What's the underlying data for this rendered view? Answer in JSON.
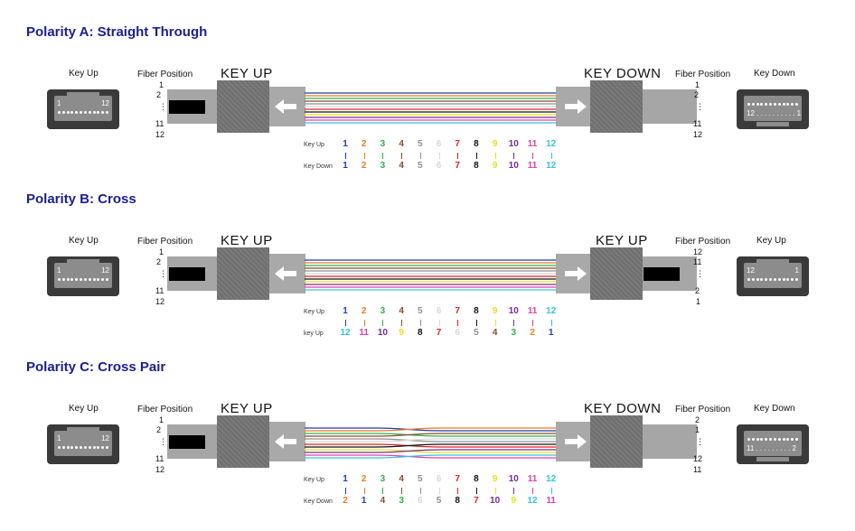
{
  "colors": {
    "title": "#1a1f8f",
    "fiber": [
      "#1f3fa8",
      "#f07a1e",
      "#2db14a",
      "#8b4a2b",
      "#8f8f8f",
      "#d8d8d8",
      "#e02020",
      "#111111",
      "#e6e01a",
      "#7a2a8f",
      "#e040b0",
      "#35c2e0"
    ]
  },
  "sections": [
    {
      "id": "a",
      "title": "Polarity A: Straight Through",
      "left": {
        "icon_label": "Key Up",
        "icon_num_left": "1",
        "icon_num_right": "12",
        "fiber_position_label": "Fiber Position",
        "positions": [
          "1",
          "2",
          "⋮",
          "11",
          "12"
        ],
        "key_label": "KEY UP",
        "arrow_icon": "arrow-left-icon"
      },
      "right": {
        "key_label": "KEY DOWN",
        "fiber_position_label": "Fiber Position",
        "positions": [
          "1",
          "2",
          "⋮",
          "11",
          "12"
        ],
        "icon_label": "Key Down",
        "icon_num_left": "12",
        "icon_num_right": "1",
        "icon_dots_text": "12 . . . . . . . . . . 1",
        "arrow_icon": "arrow-right-icon"
      },
      "mapping": {
        "top_label": "Key Up",
        "bottom_label": "Key Down",
        "top": [
          "1",
          "2",
          "3",
          "4",
          "5",
          "6",
          "7",
          "8",
          "9",
          "10",
          "11",
          "12"
        ],
        "bottom": [
          "1",
          "2",
          "3",
          "4",
          "5",
          "6",
          "7",
          "8",
          "9",
          "10",
          "11",
          "12"
        ]
      }
    },
    {
      "id": "b",
      "title": "Polarity B: Cross",
      "left": {
        "icon_label": "Key Up",
        "icon_num_left": "1",
        "icon_num_right": "12",
        "fiber_position_label": "Fiber Position",
        "positions": [
          "1",
          "2",
          "⋮",
          "11",
          "12"
        ],
        "key_label": "KEY UP",
        "arrow_icon": "arrow-left-icon"
      },
      "right": {
        "key_label": "KEY UP",
        "fiber_position_label": "Fiber Position",
        "positions": [
          "12",
          "11",
          "⋮",
          "2",
          "1"
        ],
        "icon_label": "Key Up",
        "icon_num_left": "12",
        "icon_num_right": "1",
        "icon_dots_text": "12 . . . . . . . . . . 1",
        "arrow_icon": "arrow-right-icon"
      },
      "mapping": {
        "top_label": "Key Up",
        "bottom_label": "key Up",
        "top": [
          "1",
          "2",
          "3",
          "4",
          "5",
          "6",
          "7",
          "8",
          "9",
          "10",
          "11",
          "12"
        ],
        "bottom": [
          "12",
          "11",
          "10",
          "9",
          "8",
          "7",
          "6",
          "5",
          "4",
          "3",
          "2",
          "1"
        ]
      }
    },
    {
      "id": "c",
      "title": "Polarity C: Cross Pair",
      "left": {
        "icon_label": "Key Up",
        "icon_num_left": "1",
        "icon_num_right": "12",
        "fiber_position_label": "Fiber Position",
        "positions": [
          "1",
          "2",
          "⋮",
          "11",
          "12"
        ],
        "key_label": "KEY UP",
        "arrow_icon": "arrow-left-icon"
      },
      "right": {
        "key_label": "KEY DOWN",
        "fiber_position_label": "Fiber Position",
        "positions": [
          "2",
          "1",
          "⋮",
          "12",
          "11"
        ],
        "icon_label": "Key Down",
        "icon_num_left": "11",
        "icon_num_right": "2",
        "icon_dots_text": "11 . . . . . . . . . 2",
        "arrow_icon": "arrow-right-icon"
      },
      "mapping": {
        "top_label": "Key Up",
        "bottom_label": "Key Down",
        "top": [
          "1",
          "2",
          "3",
          "4",
          "5",
          "6",
          "7",
          "8",
          "9",
          "10",
          "11",
          "12"
        ],
        "bottom": [
          "2",
          "1",
          "4",
          "3",
          "6",
          "5",
          "8",
          "7",
          "10",
          "9",
          "12",
          "11"
        ]
      }
    }
  ]
}
